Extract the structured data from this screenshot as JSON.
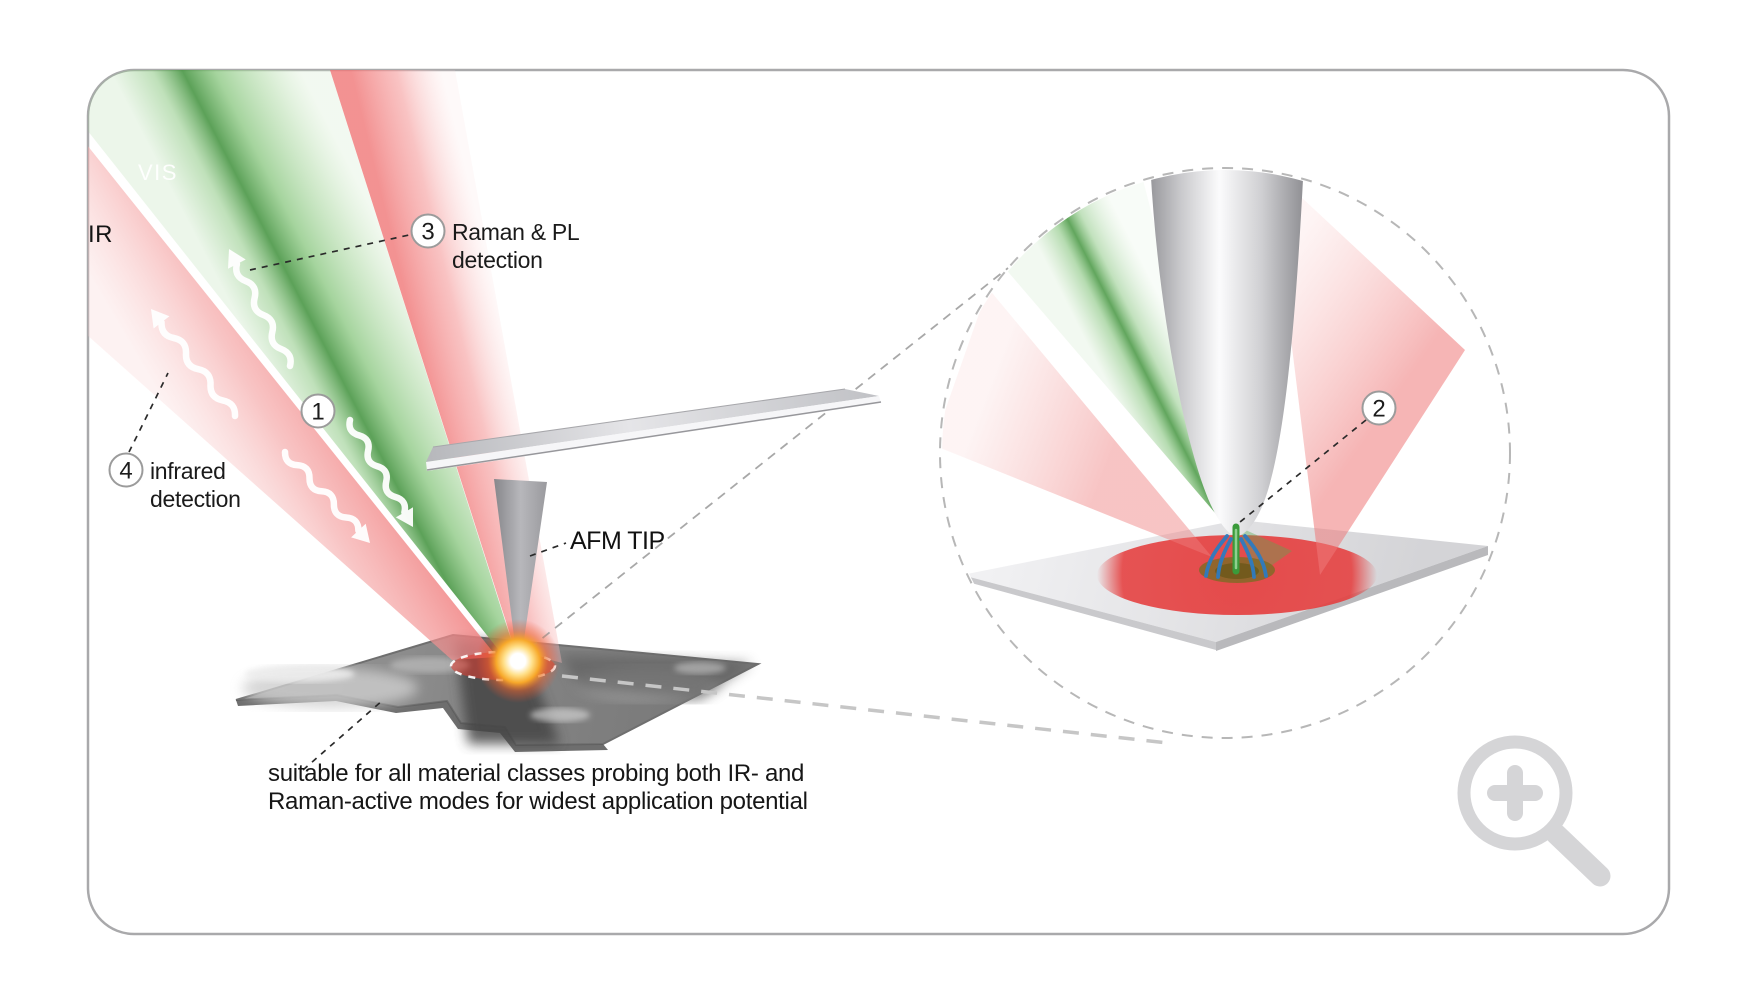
{
  "window": {
    "background": "#ffffff",
    "border_color": "#a9a9ab"
  },
  "diagram": {
    "beams": {
      "vis_label": "VIS",
      "ir_label": "IR",
      "green_accent": "#57a557",
      "red_accent": "#f08f8f"
    },
    "markers": {
      "m1": "1",
      "m2": "2",
      "m3": "3",
      "m4": "4"
    },
    "labels": {
      "raman_line1": "Raman & PL",
      "raman_line2": "detection",
      "infrared_line1": "infrared",
      "infrared_line2": "detection",
      "afm_tip": "AFM TIP"
    },
    "caption": {
      "line1": "suitable for all material classes probing both IR- and",
      "line2": "Raman-active modes for widest application potential"
    },
    "inset": {
      "field_lines_color": "#2e7bc0",
      "hot_spot_color": "#e53e3e"
    },
    "glow": {
      "core_color": "#ffffff",
      "mid_color": "#f7a82a"
    },
    "icons": {
      "zoom": "magnifier-plus-icon"
    }
  }
}
